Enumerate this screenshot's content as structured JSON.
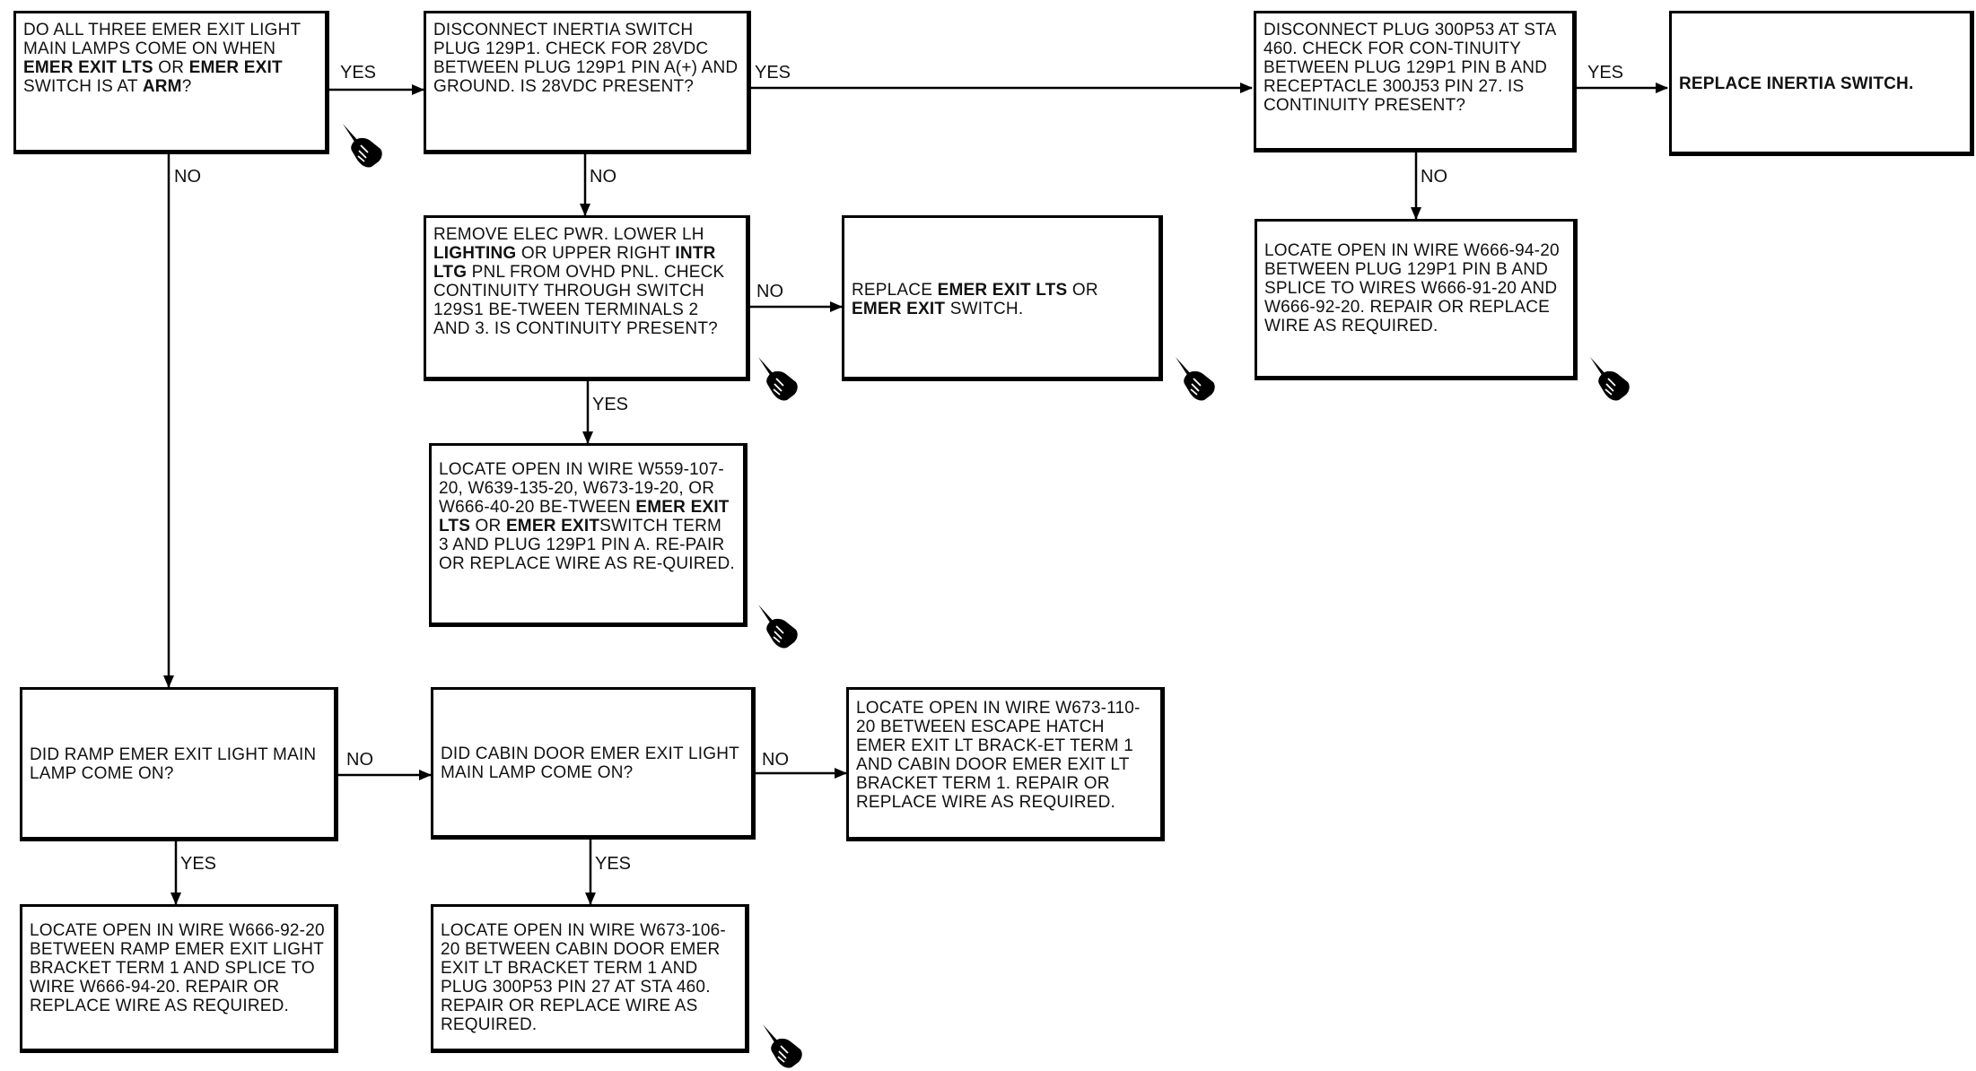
{
  "boxes": {
    "q_all_three": {
      "t1": "DO ALL THREE EMER EXIT LIGHT MAIN LAMPS COME ON WHEN ",
      "b1": "EMER EXIT LTS",
      "t2": " OR ",
      "b2": "EMER EXIT",
      "t3": " SWITCH IS AT ",
      "b3": "ARM",
      "t4": "?"
    },
    "disconnect_inertia": {
      "text": "DISCONNECT INERTIA SWITCH PLUG 129P1. CHECK FOR 28VDC BETWEEN PLUG 129P1 PIN A(+) AND GROUND. IS 28VDC PRESENT?"
    },
    "disconnect_300p53": {
      "text": "DISCONNECT PLUG 300P53 AT STA 460. CHECK FOR CON-TINUITY BETWEEN PLUG 129P1 PIN B AND RECEPTACLE 300J53 PIN 27. IS CONTINUITY PRESENT?"
    },
    "replace_inertia": {
      "text": "REPLACE INERTIA SWITCH."
    },
    "remove_elec_pwr": {
      "t1": "REMOVE ELEC PWR. LOWER LH ",
      "b1": "LIGHTING",
      "t2": " OR UPPER RIGHT ",
      "b2": "INTR LTG",
      "t3": " PNL FROM OVHD PNL. CHECK CONTINUITY THROUGH SWITCH 129S1 BE-TWEEN TERMINALS 2 AND 3. IS CONTINUITY PRESENT?"
    },
    "replace_switch": {
      "t1": "REPLACE ",
      "b1": "EMER EXIT LTS",
      "t2": " OR ",
      "b2": "EMER EXIT",
      "t3": " SWITCH."
    },
    "locate_w666_94": {
      "text": "LOCATE OPEN IN WIRE W666-94-20 BETWEEN PLUG 129P1 PIN B AND SPLICE TO WIRES W666-91-20 AND W666-92-20. REPAIR OR REPLACE WIRE AS REQUIRED."
    },
    "locate_w559": {
      "t1": "LOCATE OPEN IN WIRE W559-107-20, W639-135-20, W673-19-20, OR W666-40-20 BE-TWEEN ",
      "b1": "EMER EXIT LTS",
      "t2": " OR ",
      "b2": "EMER EXIT",
      "t3": "SWITCH TERM 3 AND PLUG 129P1 PIN A. RE-PAIR OR REPLACE WIRE AS RE-QUIRED."
    },
    "q_ramp": {
      "text": "DID RAMP EMER EXIT LIGHT MAIN LAMP COME ON?"
    },
    "q_cabin_door": {
      "text": "DID CABIN DOOR EMER EXIT LIGHT MAIN LAMP COME ON?"
    },
    "locate_w673_110": {
      "text": "LOCATE OPEN IN WIRE W673-110-20 BETWEEN ESCAPE HATCH EMER EXIT LT BRACK-ET TERM 1 AND CABIN DOOR EMER EXIT LT BRACKET TERM 1. REPAIR OR REPLACE WIRE AS REQUIRED."
    },
    "locate_w666_92": {
      "text": "LOCATE OPEN IN WIRE W666-92-20 BETWEEN RAMP EMER EXIT LIGHT BRACKET TERM 1 AND SPLICE TO WIRE W666-94-20. REPAIR OR REPLACE WIRE AS REQUIRED."
    },
    "locate_w673_106": {
      "text": "LOCATE OPEN IN WIRE W673-106-20 BETWEEN CABIN DOOR EMER EXIT LT BRACKET TERM 1 AND PLUG 300P53 PIN 27 AT STA 460. REPAIR OR REPLACE WIRE AS REQUIRED."
    }
  },
  "edge_labels": {
    "yes1": "YES",
    "yes2": "YES",
    "yes3": "YES",
    "no1": "NO",
    "no2": "NO",
    "no3": "NO",
    "no4": "NO",
    "yes4": "YES",
    "no5": "NO",
    "no6": "NO",
    "yes5": "YES",
    "yes6": "YES"
  },
  "icons": {
    "end_marker": "pointing-hand-icon"
  },
  "colors": {
    "ink": "#000000",
    "background": "#ffffff"
  }
}
